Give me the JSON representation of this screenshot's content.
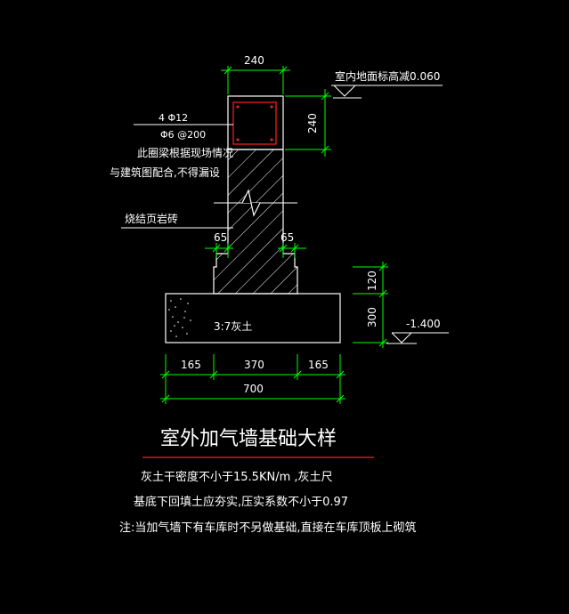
{
  "title": "室外加气墙基础大样",
  "notes": [
    "灰土干密度不小于15.5KN/m  ,灰土尺",
    "基底下回填土应夯实,压实系数不小于0.97",
    "注:当加气墙下有车库时不另做基础,直接在车库顶板上砌筑"
  ],
  "labels": {
    "indoor_elevation": "室内地面标高减0.060",
    "rebar_main": "4 Φ12",
    "rebar_stirrup": "Φ6 @200",
    "beam_note_1": "此圈梁根据现场情况",
    "beam_note_2": "与建筑图配合,不得漏设",
    "wall_material": "烧结页岩砖",
    "lime_soil": "3:7灰土",
    "bottom_elevation": "-1.400"
  },
  "dimensions": {
    "beam_width": "240",
    "beam_height": "240",
    "step_left": "65",
    "step_right": "65",
    "footing_step_height": "120",
    "lime_height": "300",
    "base_left": "165",
    "base_mid": "370",
    "base_right": "165",
    "base_total": "700"
  },
  "colors": {
    "background": "#000000",
    "line": "#ffffff",
    "dimension": "#00ff00",
    "rebar": "#ff2020",
    "title_underline": "#ff2020"
  }
}
